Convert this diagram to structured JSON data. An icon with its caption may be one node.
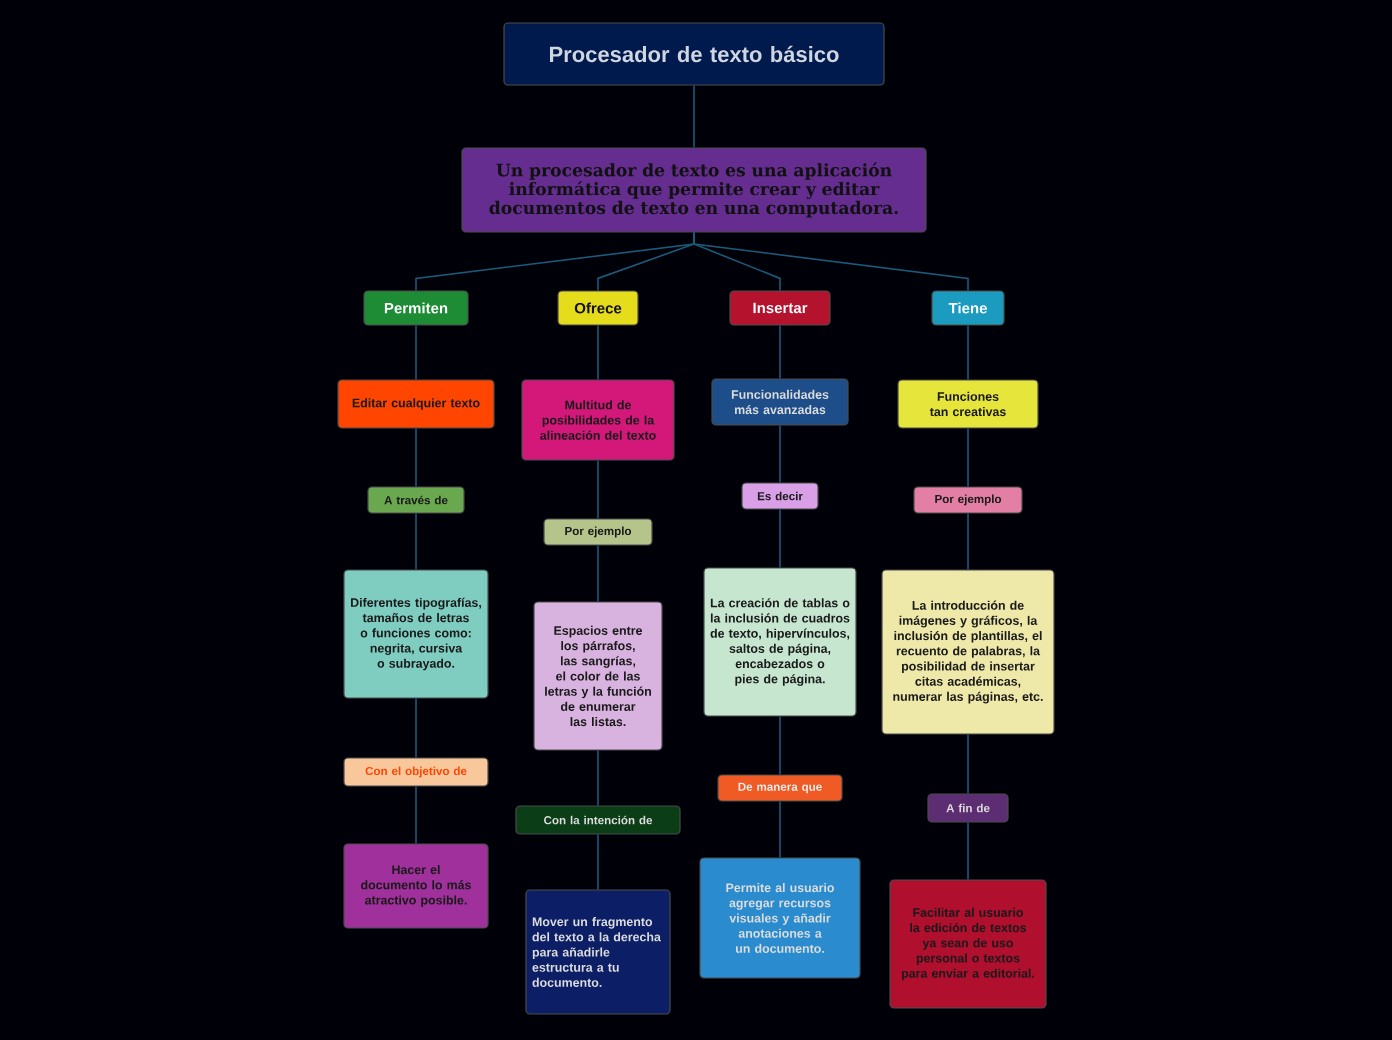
{
  "diagram": {
    "nodes": [
      {
        "text": [
          "Procesador de texto básico"
        ]
      },
      {
        "text": [
          "Un procesador de texto es una aplicación informática que permite crear y editar documentos de texto en una computadora."
        ]
      },
      {
        "text": [
          "Permiten"
        ]
      },
      {
        "text": [
          "Editar cualquier texto"
        ]
      },
      {
        "text": [
          "A través de"
        ]
      },
      {
        "text": [
          "Diferentes tipografías, tamaños de letras o funciones como: negrita, cursiva o subrayado."
        ]
      },
      {
        "text": [
          "Con el objetivo de"
        ]
      },
      {
        "text": [
          "Hacer el documento lo más atractivo posible."
        ]
      },
      {
        "text": [
          "Ofrece"
        ]
      },
      {
        "text": [
          "Multitud de posibilidades de la alineación del texto"
        ]
      },
      {
        "text": [
          "Por ejemplo"
        ]
      },
      {
        "text": [
          "Espacios entre los párrafos, las sangrías, el color de las letras y la función de enumerar las listas."
        ]
      },
      {
        "text": [
          "Con la intención de"
        ]
      },
      {
        "text": [
          "Mover un fragmento del texto a la derecha para añadirle estructura a tu documento."
        ]
      },
      {
        "text": [
          "Insertar"
        ]
      },
      {
        "text": [
          "Funcionalidades más avanzadas"
        ]
      },
      {
        "text": [
          "Es decir"
        ]
      },
      {
        "text": [
          "La creación de tablas o la inclusión de cuadros de texto, hipervínculos, saltos de página, encabezados o pies de página."
        ]
      },
      {
        "text": [
          "De manera que"
        ]
      },
      {
        "text": [
          "Permite al usuario agregar recursos visuales y añadir anotaciones a un documento."
        ]
      },
      {
        "text": [
          "Tiene"
        ]
      },
      {
        "text": [
          "Funciones tan creativas"
        ]
      },
      {
        "text": [
          "Por ejemplo"
        ]
      },
      {
        "text": [
          "La introducción de imágenes y gráficos, la inclusión de plantillas, el recuento de palabras, la posibilidad de insertar citas académicas, numerar las páginas, etc."
        ]
      },
      {
        "text": [
          "A fin de"
        ]
      },
      {
        "text": [
          "Facilitar al usuario la edición de textos ya sean de uso personal o textos para enviar a editorial."
        ]
      }
    ],
    "edges": [
      {
        "from": 0,
        "to": 1,
        "arrow": "none"
      },
      {
        "from": 1,
        "to": 2,
        "arrow": "none"
      },
      {
        "from": 1,
        "to": 8,
        "arrow": "none"
      },
      {
        "from": 1,
        "to": 14,
        "arrow": "none"
      },
      {
        "from": 1,
        "to": 20,
        "arrow": "none"
      },
      {
        "from": 2,
        "to": 3,
        "arrow": "none"
      },
      {
        "from": 3,
        "to": 4,
        "arrow": "none"
      },
      {
        "from": 4,
        "to": 5,
        "arrow": "none"
      },
      {
        "from": 5,
        "to": 6,
        "arrow": "none"
      },
      {
        "from": 6,
        "to": 7,
        "arrow": "none"
      },
      {
        "from": 8,
        "to": 9,
        "arrow": "none"
      },
      {
        "from": 9,
        "to": 10,
        "arrow": "none"
      },
      {
        "from": 10,
        "to": 11,
        "arrow": "none"
      },
      {
        "from": 11,
        "to": 12,
        "arrow": "none"
      },
      {
        "from": 12,
        "to": 13,
        "arrow": "none"
      },
      {
        "from": 14,
        "to": 15,
        "arrow": "none"
      },
      {
        "from": 15,
        "to": 16,
        "arrow": "none"
      },
      {
        "from": 16,
        "to": 17,
        "arrow": "none"
      },
      {
        "from": 17,
        "to": 18,
        "arrow": "none"
      },
      {
        "from": 18,
        "to": 19,
        "arrow": "none"
      },
      {
        "from": 20,
        "to": 21,
        "arrow": "none"
      },
      {
        "from": 21,
        "to": 22,
        "arrow": "none"
      },
      {
        "from": 22,
        "to": 23,
        "arrow": "none"
      },
      {
        "from": 23,
        "to": 24,
        "arrow": "none"
      },
      {
        "from": 24,
        "to": 25,
        "arrow": "none"
      }
    ]
  }
}
